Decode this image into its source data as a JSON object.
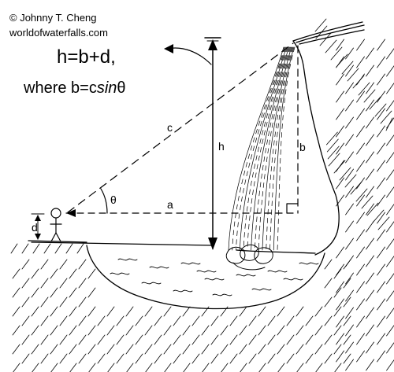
{
  "credit": {
    "line1": "© Johnny T. Cheng",
    "line2": "worldofwaterfalls.com"
  },
  "formula": {
    "line1": "h=b+d,",
    "line2_prefix": "where  b=c",
    "line2_sin": "sin",
    "line2_theta": "θ"
  },
  "labels": {
    "h": "h",
    "b": "b",
    "c": "c",
    "a": "a",
    "d": "d",
    "theta": "θ"
  },
  "colors": {
    "ink": "#000000",
    "background": "#ffffff"
  }
}
